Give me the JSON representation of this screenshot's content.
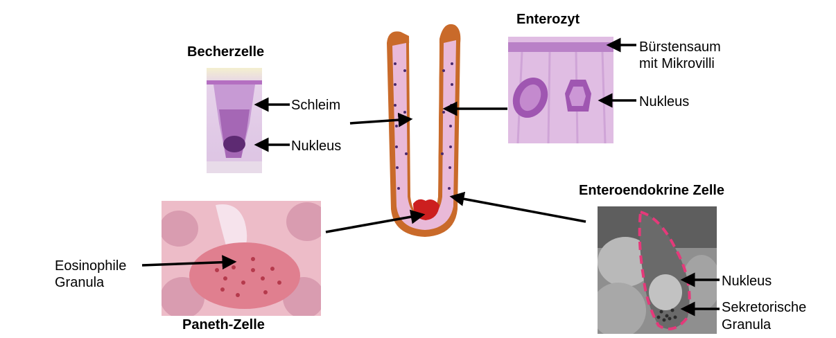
{
  "cells": {
    "goblet": {
      "title": "Becherzelle",
      "labels": {
        "mucus": "Schleim",
        "nucleus": "Nukleus"
      }
    },
    "enterocyte": {
      "title": "Enterozyt",
      "labels": {
        "brush_border_1": "Bürstensaum",
        "brush_border_2": "mit Mikrovilli",
        "nucleus": "Nukleus"
      }
    },
    "enteroendocrine": {
      "title": "Enteroendokrine Zelle",
      "labels": {
        "nucleus": "Nukleus",
        "secretory_1": "Sekretorische",
        "secretory_2": "Granula"
      }
    },
    "paneth": {
      "title": "Paneth-Zelle",
      "labels": {
        "eosinophil_1": "Eosinophile",
        "eosinophil_2": "Granula"
      }
    }
  },
  "colors": {
    "goblet_stain": "#a567b5",
    "enterocyte_stain": "#d4a6d6",
    "paneth_stain": "#e08a99",
    "crypt_cells": "#e9b9d8",
    "crypt_connective": "#c96a2a",
    "paneth_granules": "#cc1f1f",
    "em_dashed_outline": "#e5397a"
  }
}
